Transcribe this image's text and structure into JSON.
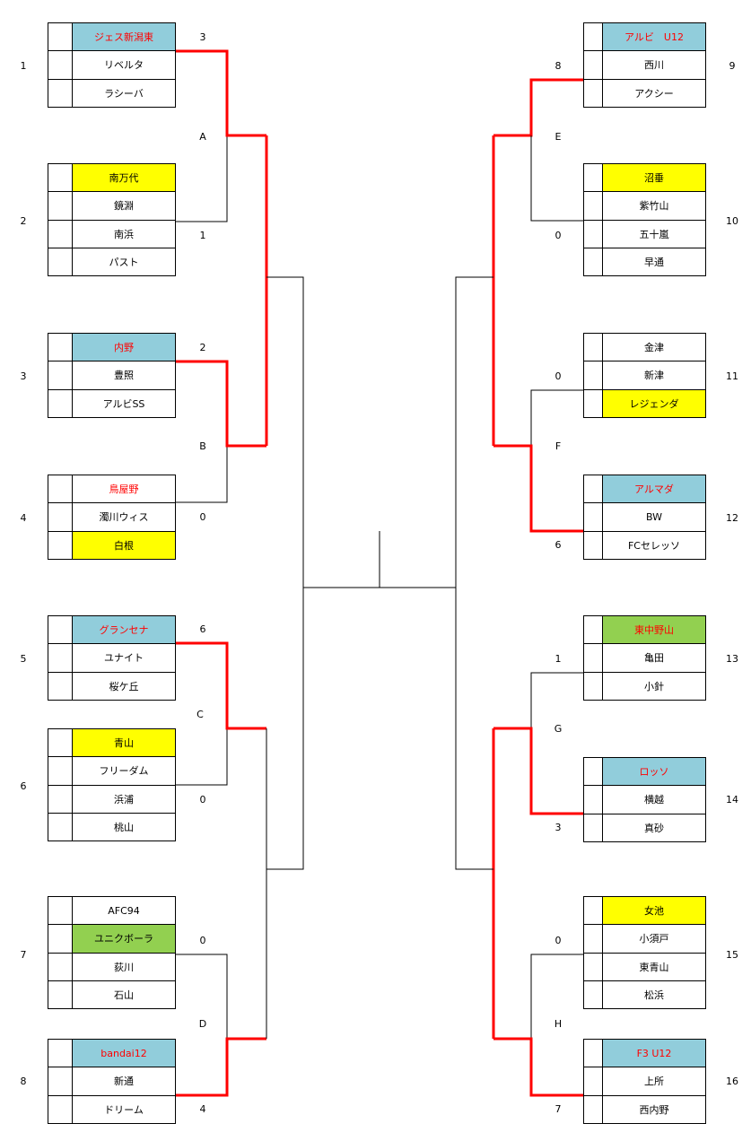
{
  "colors": {
    "blue": "#91cddb",
    "yellow": "#ffff00",
    "green": "#92d050",
    "winner_line": "#ff0000",
    "red_text": "#ff0000"
  },
  "blocks": [
    {
      "id": "b1",
      "seed": "1",
      "side": "left",
      "teams": [
        {
          "name": "ジェス新潟東",
          "bg": "blue",
          "red": true
        },
        {
          "name": "リベルタ"
        },
        {
          "name": "ラシーバ"
        }
      ]
    },
    {
      "id": "b2",
      "seed": "2",
      "side": "left",
      "teams": [
        {
          "name": "南万代",
          "bg": "yellow"
        },
        {
          "name": "鏡淵"
        },
        {
          "name": "南浜"
        },
        {
          "name": "パスト"
        }
      ]
    },
    {
      "id": "b3",
      "seed": "3",
      "side": "left",
      "teams": [
        {
          "name": "内野",
          "bg": "blue",
          "red": true
        },
        {
          "name": "豊照"
        },
        {
          "name": "アルビSS"
        }
      ]
    },
    {
      "id": "b4",
      "seed": "4",
      "side": "left",
      "teams": [
        {
          "name": "鳥屋野",
          "red": true
        },
        {
          "name": "濁川ウィス"
        },
        {
          "name": "白根",
          "bg": "yellow"
        }
      ]
    },
    {
      "id": "b5",
      "seed": "5",
      "side": "left",
      "teams": [
        {
          "name": "グランセナ",
          "bg": "blue",
          "red": true
        },
        {
          "name": "ユナイト"
        },
        {
          "name": "桜ケ丘"
        }
      ]
    },
    {
      "id": "b6",
      "seed": "6",
      "side": "left",
      "teams": [
        {
          "name": "青山",
          "bg": "yellow"
        },
        {
          "name": "フリーダム"
        },
        {
          "name": "浜浦"
        },
        {
          "name": "桃山"
        }
      ]
    },
    {
      "id": "b7",
      "seed": "7",
      "side": "left",
      "teams": [
        {
          "name": "AFC94"
        },
        {
          "name": "ユニクボーラ",
          "bg": "green"
        },
        {
          "name": "荻川"
        },
        {
          "name": "石山"
        }
      ]
    },
    {
      "id": "b8",
      "seed": "8",
      "side": "left",
      "teams": [
        {
          "name": "bandai12",
          "bg": "blue",
          "red": true
        },
        {
          "name": "新通"
        },
        {
          "name": "ドリーム"
        }
      ]
    },
    {
      "id": "b9",
      "seed": "9",
      "side": "right",
      "teams": [
        {
          "name": "アルビ　U12",
          "bg": "blue",
          "red": true
        },
        {
          "name": "西川"
        },
        {
          "name": "アクシー"
        }
      ]
    },
    {
      "id": "b10",
      "seed": "10",
      "side": "right",
      "teams": [
        {
          "name": "沼垂",
          "bg": "yellow"
        },
        {
          "name": "紫竹山"
        },
        {
          "name": "五十嵐"
        },
        {
          "name": "早通"
        }
      ]
    },
    {
      "id": "b11",
      "seed": "11",
      "side": "right",
      "teams": [
        {
          "name": "金津"
        },
        {
          "name": "新津"
        },
        {
          "name": "レジェンダ",
          "bg": "yellow"
        }
      ]
    },
    {
      "id": "b12",
      "seed": "12",
      "side": "right",
      "teams": [
        {
          "name": "アルマダ",
          "bg": "blue",
          "red": true
        },
        {
          "name": "BW"
        },
        {
          "name": "FCセレッソ"
        }
      ]
    },
    {
      "id": "b13",
      "seed": "13",
      "side": "right",
      "teams": [
        {
          "name": "東中野山",
          "bg": "green",
          "red": true
        },
        {
          "name": "亀田"
        },
        {
          "name": "小針"
        }
      ]
    },
    {
      "id": "b14",
      "seed": "14",
      "side": "right",
      "teams": [
        {
          "name": "ロッソ",
          "bg": "blue",
          "red": true
        },
        {
          "name": "横越"
        },
        {
          "name": "真砂"
        }
      ]
    },
    {
      "id": "b15",
      "seed": "15",
      "side": "right",
      "teams": [
        {
          "name": "女池",
          "bg": "yellow"
        },
        {
          "name": "小須戸"
        },
        {
          "name": "東青山"
        },
        {
          "name": "松浜"
        }
      ]
    },
    {
      "id": "b16",
      "seed": "16",
      "side": "right",
      "teams": [
        {
          "name": "F3 U12",
          "bg": "blue",
          "red": true
        },
        {
          "name": "上所"
        },
        {
          "name": "西内野"
        }
      ]
    }
  ],
  "matches": [
    {
      "name": "A",
      "score_top": "3",
      "score_bottom": "1"
    },
    {
      "name": "B",
      "score_top": "2",
      "score_bottom": "0"
    },
    {
      "name": "C",
      "score_top": "6",
      "score_bottom": "0"
    },
    {
      "name": "D",
      "score_top": "0",
      "score_bottom": "4"
    },
    {
      "name": "E",
      "score_top": "8",
      "score_bottom": "0"
    },
    {
      "name": "F",
      "score_top": "0",
      "score_bottom": "6"
    },
    {
      "name": "G",
      "score_top": "1",
      "score_bottom": "3"
    },
    {
      "name": "H",
      "score_top": "0",
      "score_bottom": "7"
    }
  ]
}
